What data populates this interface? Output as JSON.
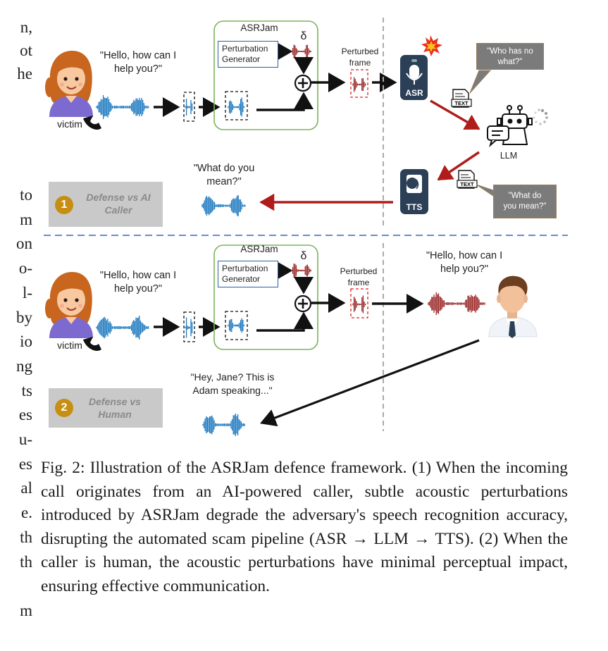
{
  "left_column": {
    "top_lines": [
      "n,",
      "ot",
      "he"
    ],
    "mid_lines": [
      "to",
      "m",
      "on",
      "o-",
      "l-",
      "by",
      "io",
      "ng",
      "ts",
      "es",
      "u-",
      "es",
      "al",
      "e.",
      "th",
      "th",
      "",
      "m"
    ]
  },
  "panel1": {
    "victim_label": "victim",
    "victim_quote": "\"Hello, how can I help you?\"",
    "asrjam_title": "ASRJam",
    "generator_label": "Perturbation Generator",
    "delta": "δ",
    "perturbed_label": "Perturbed frame",
    "asr_label": "ASR",
    "asr_bubble": "\"Who has no what?\"",
    "text_icon_label": "TEXT",
    "llm_label": "LLM",
    "tts_label": "TTS",
    "tts_bubble": "\"What do you mean?\"",
    "reply_quote": "\"What do you mean?\"",
    "defense_number": "1",
    "defense_text": "Defense vs AI Caller"
  },
  "panel2": {
    "victim_label": "victim",
    "victim_quote": "\"Hello, how can I help you?\"",
    "asrjam_title": "ASRJam",
    "generator_label": "Perturbation Generator",
    "delta": "δ",
    "perturbed_label": "Perturbed frame",
    "human_quote": "\"Hello, how can I help you?\"",
    "reply_quote": "\"Hey, Jane? This is Adam speaking...\"",
    "defense_number": "2",
    "defense_text": "Defense vs Human"
  },
  "caption": "Fig. 2: Illustration of the ASRJam defence framework. (1) When the incoming call originates from an AI-powered caller, subtle acoustic perturbations introduced by ASRJam degrade the adversary's speech recognition accuracy, disrupting the automated scam pipeline (ASR → LLM → TTS). (2) When the caller is human, the acoustic perturbations have minimal perceptual impact, ensuring effective communication.",
  "colors": {
    "wave_blue": "#1f7ac0",
    "wave_red": "#9b2a2a",
    "asrjam_green": "#7cb35a",
    "arrow_red": "#b01c1c",
    "divider_blue": "#4f7ec7",
    "badge_gold": "#c68e12"
  }
}
